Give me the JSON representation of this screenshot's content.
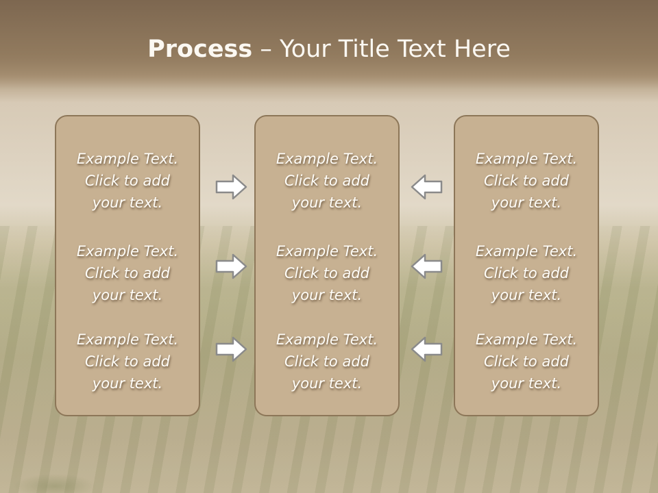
{
  "slide": {
    "title_bold": "Process",
    "title_rest": " – Your Title Text Here"
  },
  "columns": [
    {
      "blocks": [
        {
          "l1": "Example Text.",
          "l2": "Click  to add",
          "l3": "your text."
        },
        {
          "l1": "Example Text.",
          "l2": "Click  to add",
          "l3": "your text."
        },
        {
          "l1": "Example Text.",
          "l2": "Click  to add",
          "l3": "your text."
        }
      ]
    },
    {
      "blocks": [
        {
          "l1": "Example Text.",
          "l2": "Click  to add",
          "l3": "your text."
        },
        {
          "l1": "Example Text.",
          "l2": "Click  to add",
          "l3": "your text."
        },
        {
          "l1": "Example Text.",
          "l2": "Click  to add",
          "l3": "your text."
        }
      ]
    },
    {
      "blocks": [
        {
          "l1": "Example Text.",
          "l2": "Click  to add",
          "l3": "your text."
        },
        {
          "l1": "Example Text.",
          "l2": "Click  to add",
          "l3": "your text."
        },
        {
          "l1": "Example Text.",
          "l2": "Click  to add",
          "l3": "your text."
        }
      ]
    }
  ],
  "icons": {
    "left_arrows": "arrow-right-icon",
    "right_arrows": "arrow-left-icon"
  },
  "colors": {
    "panel_fill": "#c7b192",
    "panel_border": "#8c7658",
    "title_band": "#8a7358",
    "text": "#fffdf8"
  }
}
